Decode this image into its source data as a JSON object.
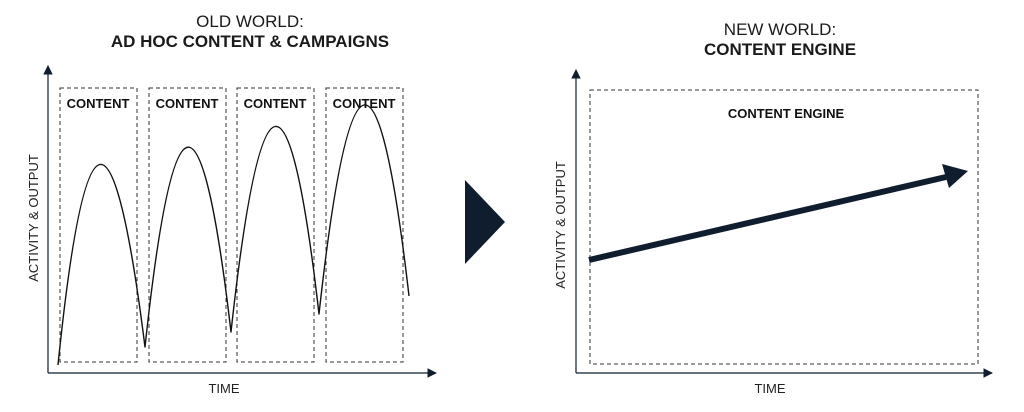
{
  "left_panel": {
    "title_line1": "OLD WORLD:",
    "title_line2": "AD HOC CONTENT & CAMPAIGNS",
    "y_axis_label": "ACTIVITY & OUTPUT",
    "x_axis_label": "TIME",
    "box_labels": [
      "CONTENT",
      "CONTENT",
      "CONTENT",
      "CONTENT"
    ]
  },
  "right_panel": {
    "title_line1": "NEW WORLD:",
    "title_line2": "CONTENT ENGINE",
    "y_axis_label": "ACTIVITY & OUTPUT",
    "x_axis_label": "TIME",
    "box_label": "CONTENT ENGINE"
  },
  "colors": {
    "ink": "#0f1d2e",
    "line": "#111111"
  },
  "icons": {
    "transition": "play-triangle-icon"
  }
}
